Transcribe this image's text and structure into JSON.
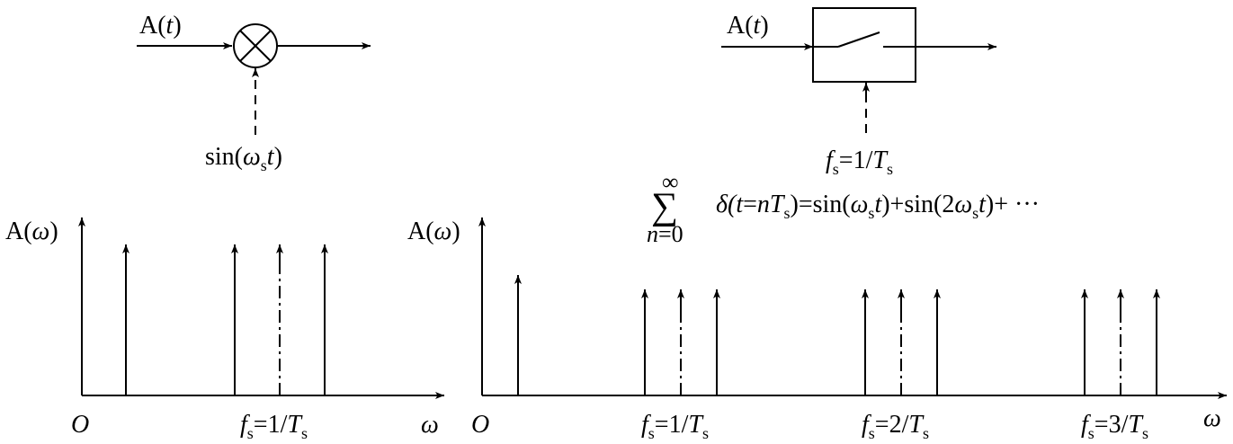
{
  "left_block": {
    "input": {
      "base": "A(",
      "var": "t",
      "close": ")"
    },
    "carrier": {
      "a": "sin(",
      "w": "ω",
      "sub": "s",
      "t": "t",
      "close": ")"
    }
  },
  "right_block": {
    "input": {
      "base": "A(",
      "var": "t",
      "close": ")"
    },
    "fs": {
      "f": "f",
      "sub": "s",
      "eq": "=1/",
      "T": "T",
      "tsub": "s"
    }
  },
  "formula": {
    "sigma": "∑",
    "upper": "∞",
    "lower_n": "n",
    "lower_eq": "=0",
    "delta": "δ(",
    "t": "t",
    "eq": "=",
    "n": "n",
    "T": "T",
    "Tsub": "s",
    "rest1": ")=sin(",
    "w": "ω",
    "wsub": "s",
    "t2": "t",
    "rest2": ")+sin(2",
    "w2": "ω",
    "wsub2": "s",
    "t3": "t",
    "rest3": ")+ ···"
  },
  "left_spectrum": {
    "ylabel": {
      "a": "A(",
      "w": "ω",
      "close": ")"
    },
    "origin": "O",
    "xlabel": "ω",
    "tick": {
      "f": "f",
      "sub": "s",
      "eq": "=1/",
      "T": "T",
      "tsub": "s"
    }
  },
  "right_spectrum": {
    "ylabel": {
      "a": "A(",
      "w": "ω",
      "close": ")"
    },
    "origin": "O",
    "xlabel": "ω",
    "ticks": [
      {
        "f": "f",
        "sub": "s",
        "eq": "=1/",
        "T": "T",
        "tsub": "s"
      },
      {
        "f": "f",
        "sub": "s",
        "eq": "=2/",
        "T": "T",
        "tsub": "s"
      },
      {
        "f": "f",
        "sub": "s",
        "eq": "=3/",
        "T": "T",
        "tsub": "s"
      }
    ]
  }
}
